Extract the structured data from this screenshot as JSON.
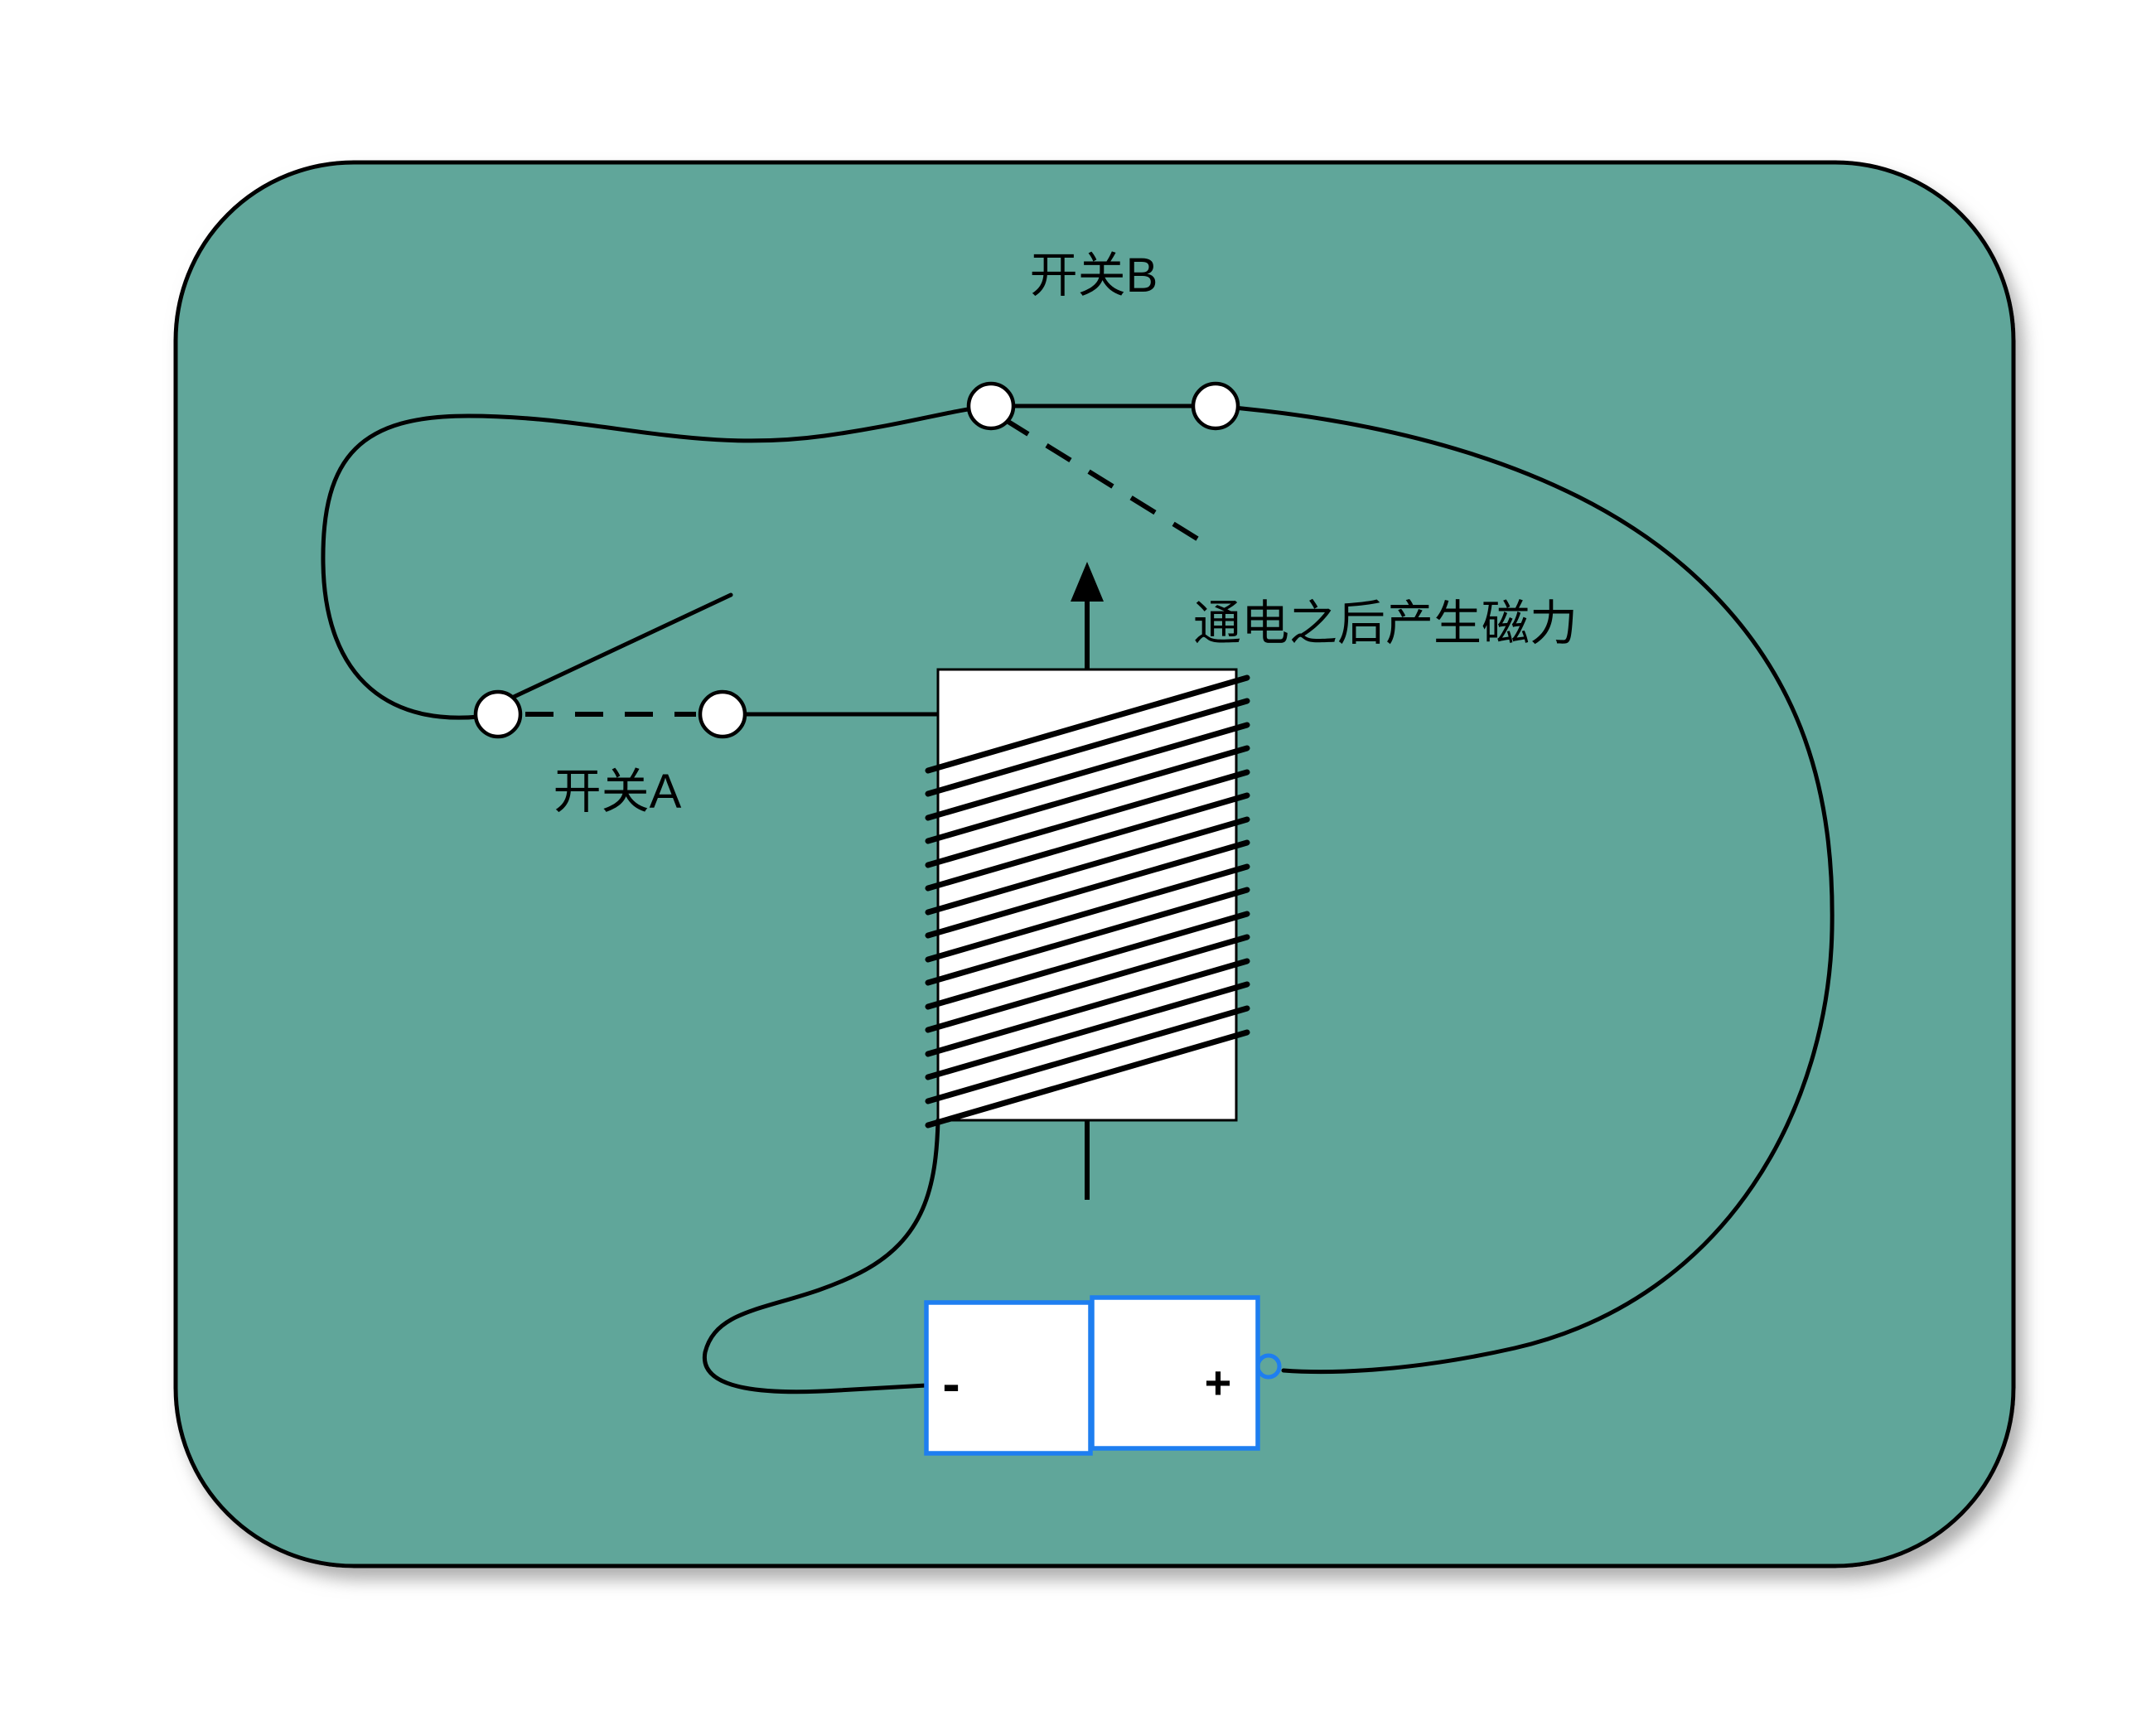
{
  "labels": {
    "switch_b": "开关B",
    "switch_a": "开关A",
    "annotation": "通电之后产生磁力"
  },
  "battery": {
    "negative_label": "-",
    "positive_label": "+"
  },
  "colors": {
    "panel_fill": "#60a69a",
    "outline": "#000000",
    "battery_border": "#1e7ef0",
    "node_fill": "#ffffff",
    "canvas": "#ffffff"
  }
}
